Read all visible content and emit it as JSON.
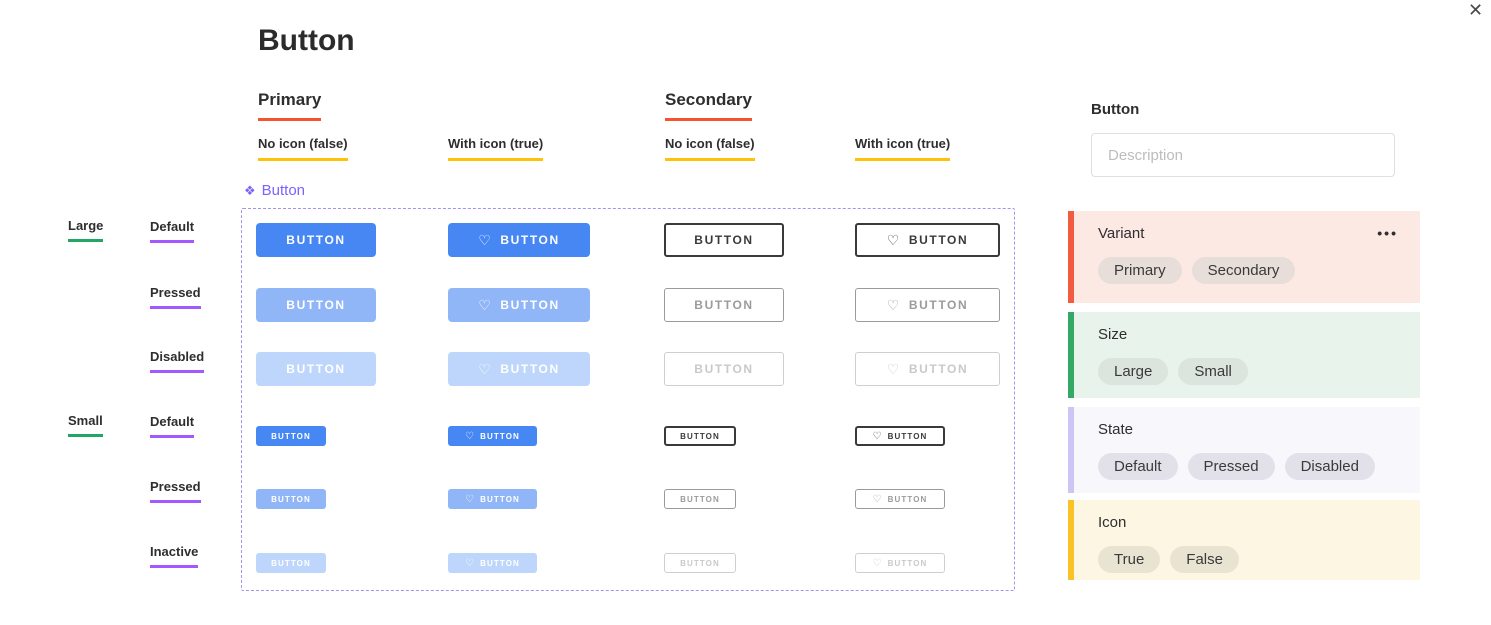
{
  "window": {
    "close_icon": "✕"
  },
  "icons": {
    "heart": "♡",
    "component": "❖",
    "overflow_dots": "•••"
  },
  "page": {
    "title": "Button"
  },
  "canvas": {
    "variant_headers": [
      {
        "label": "Primary"
      },
      {
        "label": "Secondary"
      }
    ],
    "icon_headers": [
      "No icon (false)",
      "With icon (true)",
      "No icon (false)",
      "With icon (true)"
    ],
    "size_labels": [
      {
        "label": "Large"
      },
      {
        "label": "Small"
      }
    ],
    "state_labels_large": [
      "Default",
      "Pressed",
      "Disabled"
    ],
    "state_labels_small": [
      "Default",
      "Pressed",
      "Inactive"
    ],
    "component_tag": "Button",
    "button_label": "BUTTON"
  },
  "inspector": {
    "title": "Button",
    "description_placeholder": "Description",
    "properties": [
      {
        "name": "Variant",
        "options": [
          "Primary",
          "Secondary"
        ],
        "accent": "#F15B40",
        "background": "#FCE9E4",
        "chip_background": "#E7DDD9"
      },
      {
        "name": "Size",
        "options": [
          "Large",
          "Small"
        ],
        "accent": "#34A865",
        "background": "#E7F3EB",
        "chip_background": "#DBE4DD"
      },
      {
        "name": "State",
        "options": [
          "Default",
          "Pressed",
          "Disabled"
        ],
        "accent": "#CCC5F5",
        "background": "#F7F7FC",
        "chip_background": "#E2E1E9"
      },
      {
        "name": "Icon",
        "options": [
          "True",
          "False"
        ],
        "accent": "#F7C327",
        "background": "#FCF6E2",
        "chip_background": "#E9E4D2"
      }
    ]
  },
  "colors": {
    "primary_default": "#4787F3",
    "primary_pressed": "#90B6F8",
    "primary_disabled": "#BED6FB",
    "secondary_text": "#3A3A3A",
    "variant_underline": "#F4532E",
    "icon_underline": "#FFC20A",
    "size_underline": "#23A566",
    "state_underline": "#A259FF",
    "component_purple": "#7B61FF"
  }
}
